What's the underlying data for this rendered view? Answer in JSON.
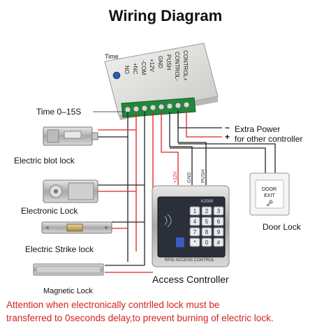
{
  "title": "Wiring Diagram",
  "controller_box": {
    "time_label": "Time",
    "terminals": [
      "NO",
      "+NC",
      "-COM",
      "+12V",
      "GND",
      "PUSH",
      "CONTROL-",
      "CONTROL+"
    ]
  },
  "time_range": "Time  0–15S",
  "power": {
    "minus_sign": "−",
    "plus_sign": "+",
    "line1": "Extra Power",
    "line2": "for other controller"
  },
  "devices": {
    "bolt_lock": "Electric blot lock",
    "electric_lock": "Electronic Lock",
    "strike_lock": "Electric Strike lock",
    "magnetic_lock": "Magnetic Lock",
    "door_lock": "Door Lock",
    "access_controller": "Access Controller"
  },
  "wire_labels": {
    "v12": "+12V",
    "gnd": "GND",
    "push": "PUSH"
  },
  "keypad": {
    "model": "K2000",
    "brand": "RFID ACCESS CONTROL",
    "keys": [
      "1",
      "2",
      "3",
      "4",
      "5",
      "6",
      "7",
      "8",
      "9",
      "*",
      "0",
      "#"
    ]
  },
  "exit_button": {
    "line1": "DOOR",
    "line2": "EXIT"
  },
  "warning": {
    "line1": "Attention when electronically contrlled lock must be",
    "line2": "transferred to 0seconds delay,to prevent burning of electric lock."
  },
  "colors": {
    "wire_red": "#e02020",
    "wire_black": "#222222",
    "terminal_green": "#1e8a3a",
    "warning_red": "#d62020"
  }
}
